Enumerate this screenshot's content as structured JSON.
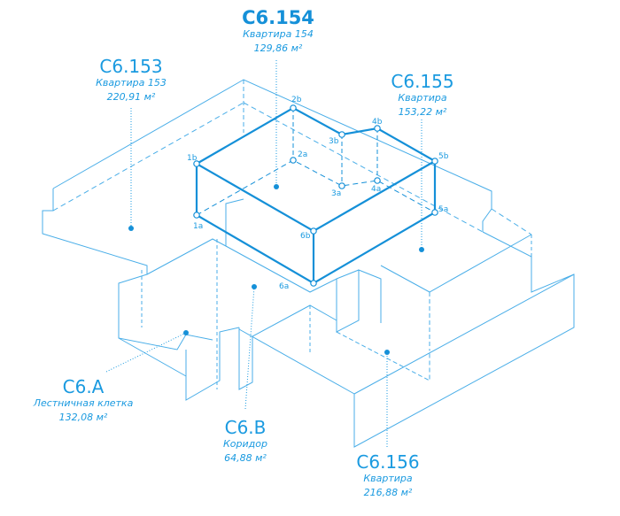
{
  "rooms": [
    {
      "code": "C6.153",
      "name": "Квартира 153",
      "area": "220,91 м²"
    },
    {
      "code": "C6.154",
      "name": "Квартира 154",
      "area": "129,86 м²"
    },
    {
      "code": "C6.155",
      "name": "Квартира",
      "area": "153,22 м²"
    },
    {
      "code": "C6.A",
      "name": "Лестничная клетка",
      "area": "132,08 м²"
    },
    {
      "code": "C6.B",
      "name": "Коридор",
      "area": "64,88 м²"
    },
    {
      "code": "C6.156",
      "name": "Квартира",
      "area": "216,88 м²"
    }
  ],
  "points": [
    "1a",
    "1b",
    "2a",
    "2b",
    "3a",
    "3b",
    "4a",
    "4b",
    "5a",
    "5b",
    "6a",
    "6b"
  ],
  "colors": {
    "accent": "#1a9ae0",
    "thin": "#55b4ea"
  }
}
